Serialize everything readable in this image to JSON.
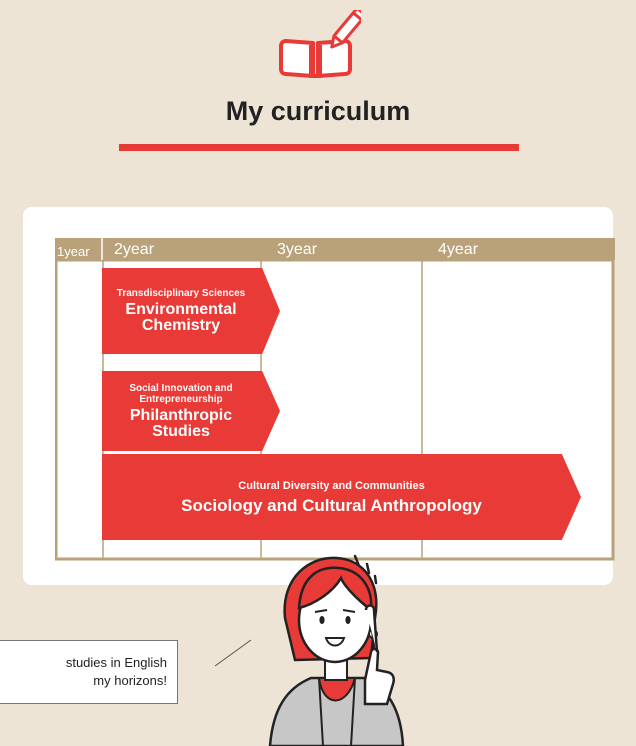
{
  "header": {
    "title": "My curriculum"
  },
  "curriculum": {
    "years": [
      "1year",
      "2year",
      "3year",
      "4year"
    ],
    "courses": [
      {
        "category": "Transdisciplinary Sciences",
        "name": "Environmental Chemistry"
      },
      {
        "category": "Social Innovation and Entrepreneurship",
        "name": "Philanthropic Studies"
      },
      {
        "category": "Cultural Diversity and Communities",
        "name": "Sociology and Cultural Anthropology"
      }
    ]
  },
  "speech": {
    "lines": [
      "studies in English",
      "my horizons!"
    ]
  },
  "colors": {
    "background": "#ede4d6",
    "accent": "#e83a36",
    "grid_header": "#b9a27a",
    "card": "#ffffff"
  },
  "icons": {
    "header_icon": "open-book-pencil-icon",
    "character": "woman-pointing-idea-illustration"
  }
}
